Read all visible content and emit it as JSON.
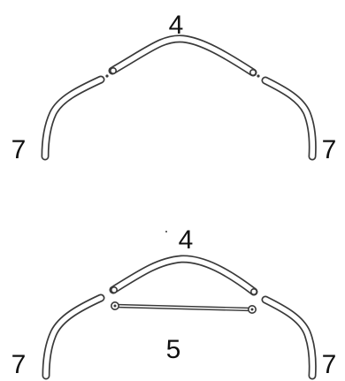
{
  "top_assembly": {
    "label_arch": "4",
    "label_left_leg": "7",
    "label_right_leg": "7"
  },
  "bottom_assembly": {
    "label_arch": "4",
    "label_crossbar": "5",
    "label_left_leg": "7",
    "label_right_leg": "7"
  },
  "colors": {
    "line": "#3a3a3a",
    "label": "#111111",
    "background": "#ffffff"
  }
}
